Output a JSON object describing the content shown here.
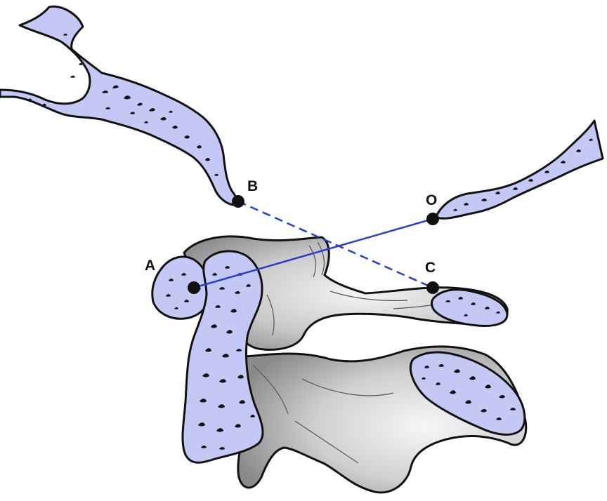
{
  "colors": {
    "section_fill": "#c4c8f5",
    "line_color": "#2b3fc9",
    "outline": "#111111",
    "bone_gray_light": "#f4f4f4",
    "bone_gray_dark": "#8e8e8e"
  },
  "points": {
    "A": "A",
    "B": "B",
    "C": "C",
    "O": "O"
  },
  "lines": {
    "solid": "A-O",
    "dashed": "B-C"
  }
}
